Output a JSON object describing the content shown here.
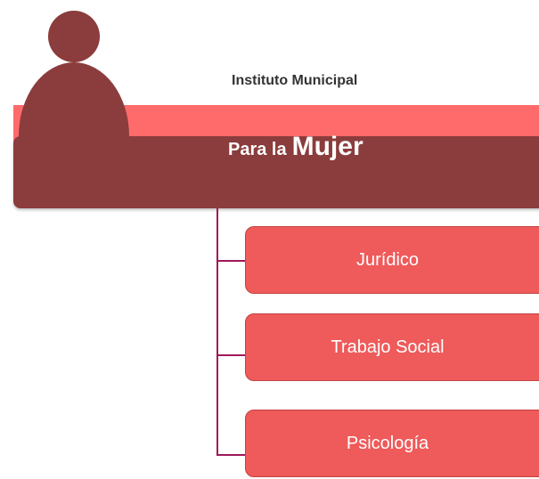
{
  "header": {
    "subtitle": "Instituto Municipal",
    "title_part_1": "Para la",
    "title_part_2": "Mujer"
  },
  "departments": [
    {
      "label": "Jurídico"
    },
    {
      "label": "Trabajo Social"
    },
    {
      "label": "Psicología"
    }
  ],
  "colors": {
    "banner_dark": "#8b3c3c",
    "banner_light": "#ff6b6b",
    "box_fill": "#ef5a5a",
    "connector": "#a0185a"
  },
  "icons": {
    "avatar": "person-silhouette-icon"
  }
}
